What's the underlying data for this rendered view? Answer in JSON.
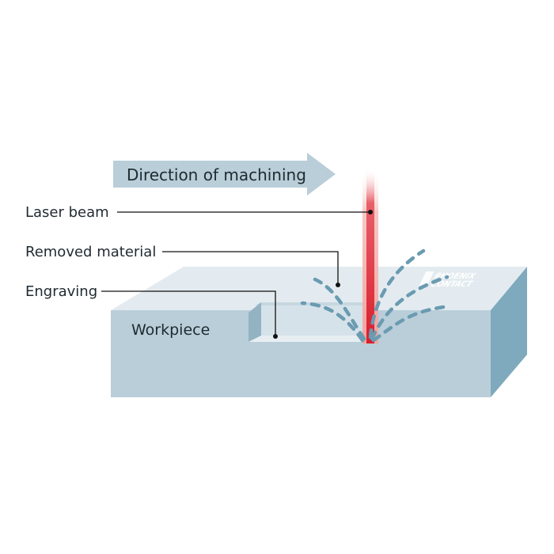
{
  "arrow": {
    "label": "Direction of machining"
  },
  "labels": {
    "laser_beam": "Laser beam",
    "removed_material": "Removed material",
    "engraving": "Engraving",
    "workpiece": "Workpiece"
  },
  "logo": {
    "line1": "PHOENIX",
    "line2": "CONTACT"
  },
  "colors": {
    "block_top": "#e3ebf0",
    "block_front": "#b9ced9",
    "block_side": "#7fa9bc",
    "groove_floor": "#d6e2e9",
    "groove_wall": "#93b3c3",
    "arrow_fill": "#b9ced9",
    "laser_core": "#d81e2c",
    "laser_glow": "#f3a4a0",
    "debris": "#6a9bb1",
    "leader": "#111111",
    "text": "#1f2a30"
  }
}
